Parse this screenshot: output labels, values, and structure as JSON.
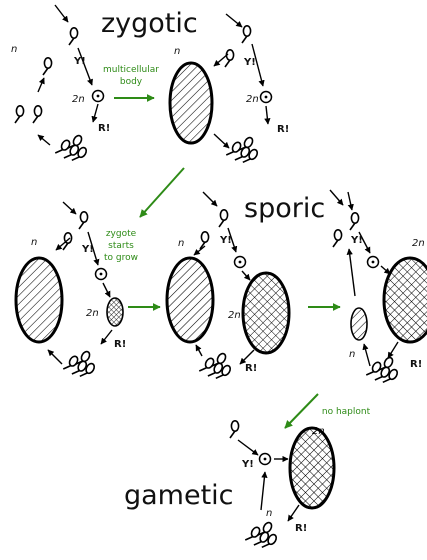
{
  "titles": {
    "zygotic": "zygotic",
    "sporic": "sporic",
    "gametic": "gametic"
  },
  "ploidy": {
    "n": "n",
    "two_n": "2n"
  },
  "events": {
    "syngamy": "Y!",
    "meiosis": "R!"
  },
  "notes": {
    "multicellular_line1": "multicellular",
    "multicellular_line2": "body",
    "zygote_line1": "zygote",
    "zygote_line2": "starts",
    "zygote_line3": "to grow",
    "no_haplont": "no haplont"
  },
  "colors": {
    "line": "#000000",
    "arrow_green": "#2e8b17"
  }
}
